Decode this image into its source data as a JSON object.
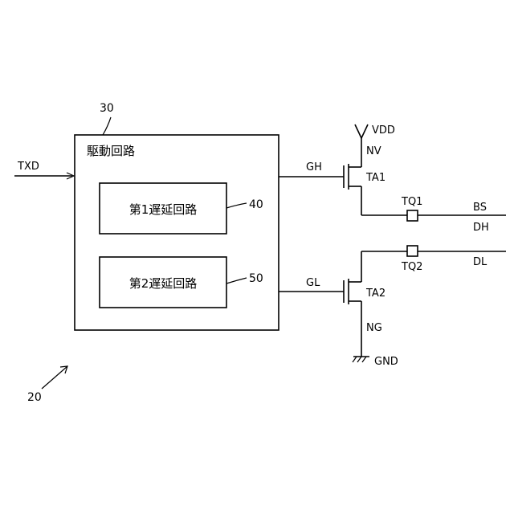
{
  "figure_ref": "20",
  "drive_circuit": {
    "ref": "30",
    "label": "駆動回路"
  },
  "delay_circuit_1": {
    "ref": "40",
    "label": "第1遅延回路"
  },
  "delay_circuit_2": {
    "ref": "50",
    "label": "第2遅延回路"
  },
  "signals": {
    "input": "TXD",
    "gate_high": "GH",
    "gate_low": "GL"
  },
  "transistors": {
    "high_side": "TA1",
    "low_side": "TA2"
  },
  "nodes": {
    "supply": "VDD",
    "supply_node": "NV",
    "ground": "GND",
    "ground_node": "NG"
  },
  "terminals": {
    "tq1": "TQ1",
    "tq2": "TQ2"
  },
  "bus_lines": {
    "bs": "BS",
    "dh": "DH",
    "dl": "DL"
  }
}
